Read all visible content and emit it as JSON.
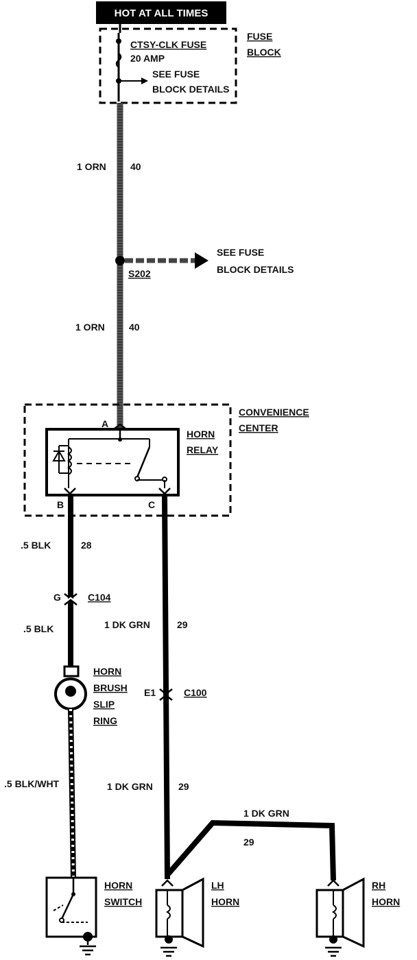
{
  "header": "HOT AT ALL TIMES",
  "fuse": {
    "name": "CTSY-CLK FUSE",
    "rating": "20 AMP",
    "see_line1": "SEE FUSE",
    "see_line2": "BLOCK DETAILS",
    "block_line1": "FUSE",
    "block_line2": "BLOCK"
  },
  "wire_top": {
    "gauge_color": "1 ORN",
    "circuit": "40"
  },
  "splice": {
    "id": "S202",
    "see_line1": "SEE FUSE",
    "see_line2": "BLOCK DETAILS"
  },
  "wire_mid": {
    "gauge_color": "1 ORN",
    "circuit": "40"
  },
  "convenience_center": {
    "line1": "CONVENIENCE",
    "line2": "CENTER"
  },
  "relay": {
    "line1": "HORN",
    "line2": "RELAY",
    "term_a": "A",
    "term_b": "B",
    "term_c": "C"
  },
  "wire_b_top": {
    "gauge_color": ".5 BLK",
    "circuit": "28"
  },
  "connector_c104": {
    "pin": "G",
    "id": "C104"
  },
  "wire_b_mid": {
    "gauge_color": ".5 BLK"
  },
  "slip_ring": {
    "line1": "HORN",
    "line2": "BRUSH",
    "line3": "SLIP",
    "line4": "RING"
  },
  "wire_b_low": {
    "gauge_color": ".5 BLK/WHT"
  },
  "horn_switch": {
    "line1": "HORN",
    "line2": "SWITCH"
  },
  "wire_c_top": {
    "gauge_color": "1 DK GRN",
    "circuit": "29"
  },
  "connector_c100": {
    "pin": "E1",
    "id": "C100"
  },
  "wire_c_low": {
    "gauge_color": "1 DK GRN",
    "circuit": "29"
  },
  "wire_rh": {
    "gauge_color": "1 DK GRN",
    "circuit": "29"
  },
  "lh_horn": {
    "line1": "LH",
    "line2": "HORN"
  },
  "rh_horn": {
    "line1": "RH",
    "line2": "HORN"
  }
}
